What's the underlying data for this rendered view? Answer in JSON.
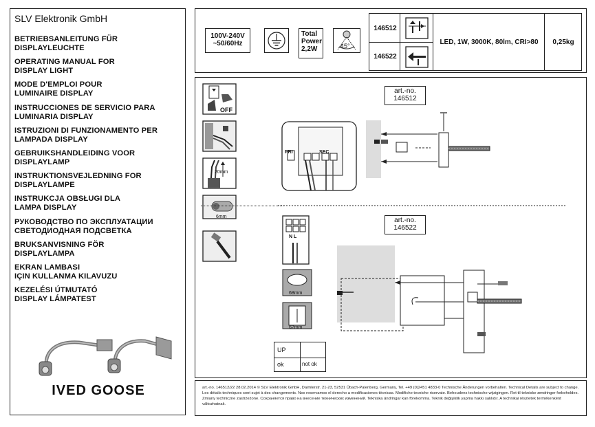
{
  "left_panel": {
    "brand": "SLV Elektronik GmbH",
    "manuals": [
      [
        "BETRIEBSANLEITUNG FÜR",
        "DISPLAYLEUCHTE"
      ],
      [
        "OPERATING MANUAL FOR",
        "DISPLAY LIGHT"
      ],
      [
        "MODE D'EMPLOI POUR",
        "LUMINAIRE DISPLAY"
      ],
      [
        "INSTRUCCIONES DE SERVICIO PARA",
        "LUMINARIA DISPLAY"
      ],
      [
        "ISTRUZIONI DI FUNZIONAMENTO PER",
        "LAMPADA DISPLAY"
      ],
      [
        "GEBRUIKSHANDLEIDING VOOR",
        "DISPLAYLAMP"
      ],
      [
        "INSTRUKTIONSVEJLEDNING FOR",
        "DISPLAYLAMPE"
      ],
      [
        "INSTRUKCJA OBSŁUGI DLA",
        "LAMPA DISPLAY"
      ],
      [
        "РУКОВОДСТВО ПО ЭКСПЛУАТАЦИИ",
        "СВЕТОДИОДНАЯ ПОДСВЕТКА"
      ],
      [
        "BRUKSANVISNING FÖR",
        "DISPLAYLAMPA"
      ],
      [
        "EKRAN LAMBASI",
        "IÇIN KULLANMA KILAVUZU"
      ],
      [
        "KEZELÉSI ÚTMUTATÓ",
        "DISPLAY LÁMPATEST"
      ]
    ],
    "product_name": "IVED GOOSE"
  },
  "specs": {
    "voltage_line1": "100V-240V",
    "voltage_line2": "~50/60Hz",
    "power_line1": "Total",
    "power_line2": "Power",
    "power_line3": "2,2W",
    "beam_angle": "45°",
    "art_no_1": "146512",
    "art_no_2": "146522",
    "led_spec": "LED, 1W, 3000K, 80lm, CRI>80",
    "weight": "0,25kg"
  },
  "steps": {
    "off_label": "OFF",
    "dim_20mm": "20mm",
    "dim_6mm": "6mm",
    "dim_68mm": "68mm",
    "dim_62mm": "62mm",
    "up_label": "UP",
    "ok_label": "ok",
    "not_ok_label": "not ok"
  },
  "diagram": {
    "art_label_1_line1": "art.-no.",
    "art_label_1_line2": "146512",
    "art_label_2_line1": "art.-no.",
    "art_label_2_line2": "146522",
    "pri_label": "PRI",
    "sec_label": "SEC",
    "terminal_label": "N  L"
  },
  "footer": {
    "text": "art.-no. 146512/22   28.02.2014  © SLV Elektronik GmbH, Daimlerstr. 21-23, 52531 Übach-Palenberg, Germany, Tel. +49 (0)2451 4833-0   Technische Änderungen vorbehalten. Technical Details are subject to change. Les détails techniques sont sujet à des changements. Nos reservamos el derecho a modificaciones técnicas. Modifiche tecniche riservate. Behoudens technische wijzigingen. Ret til tekniske ændringer forbeholdes. Zmiany techniczne zastrzeżone. Сохраняется право на внесение технических изменений. Tekniska ändringar kan förekomma. Teknik değişiklik yapma hakkı saklıdır. A technikai részletek termékenként változhatnak."
  }
}
